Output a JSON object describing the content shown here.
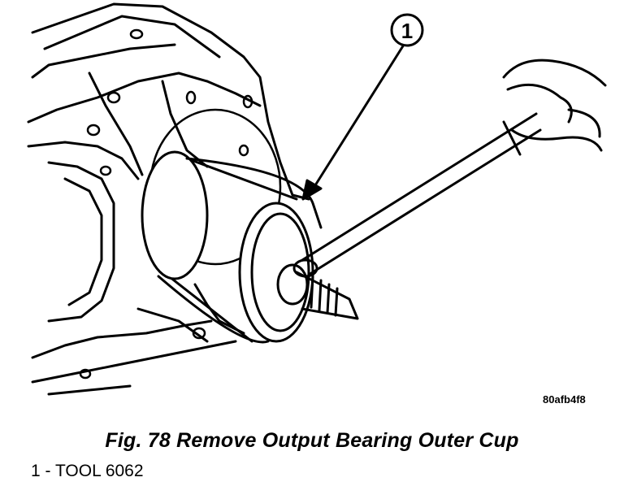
{
  "figure": {
    "callout_number": "1",
    "image_code": "80afb4f8"
  },
  "caption": "Fig. 78 Remove Output Bearing Outer Cup",
  "legend": [
    {
      "text": "1 - TOOL 6062"
    }
  ]
}
